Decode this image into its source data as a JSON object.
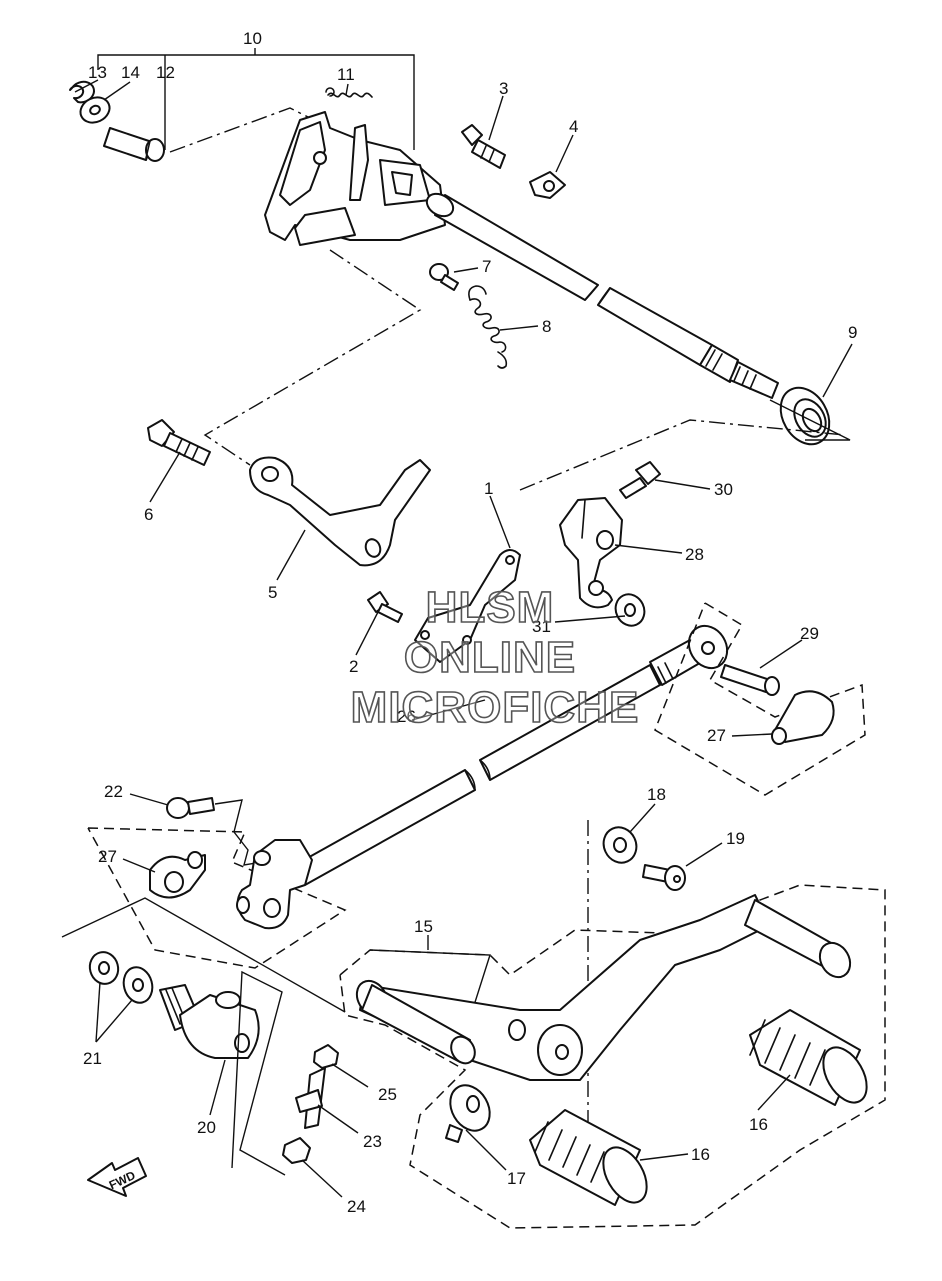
{
  "callouts": [
    "1",
    "2",
    "3",
    "4",
    "5",
    "6",
    "7",
    "8",
    "9",
    "10",
    "11",
    "12",
    "13",
    "14",
    "15",
    "16",
    "16",
    "17",
    "18",
    "19",
    "20",
    "21",
    "22",
    "23",
    "24",
    "25",
    "26",
    "27",
    "27",
    "28",
    "29",
    "30",
    "31"
  ],
  "watermark": {
    "line1": "HLSM",
    "line2": "ONLINE",
    "line3": "MICROFICHE"
  },
  "direction_label": "FWD"
}
